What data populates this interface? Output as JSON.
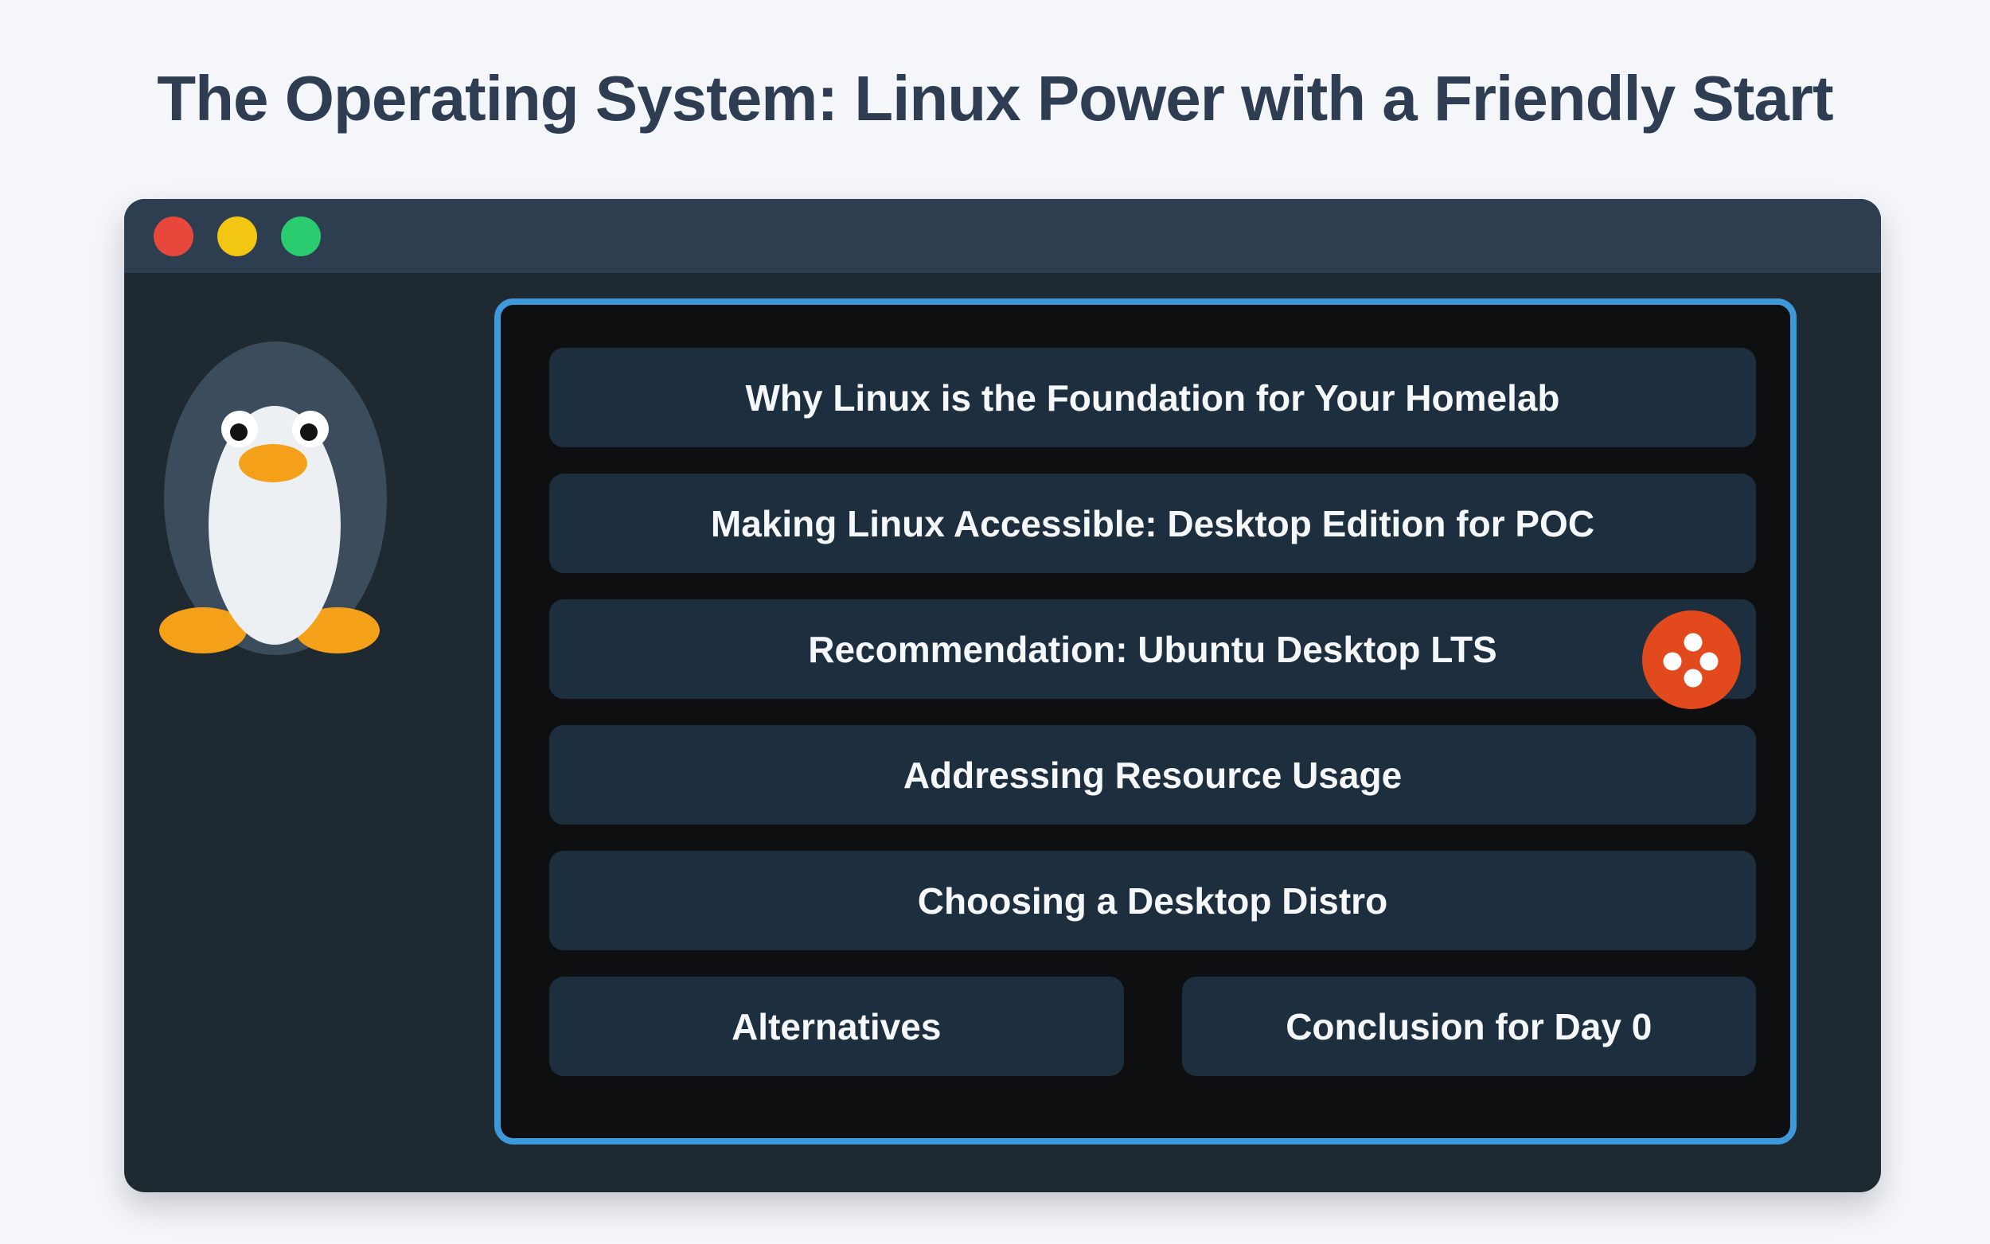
{
  "page": {
    "title": "The Operating System: Linux Power with a Friendly Start"
  },
  "window": {
    "traffic_lights": [
      {
        "name": "close",
        "color": "#e8473c"
      },
      {
        "name": "minimize",
        "color": "#f3c613"
      },
      {
        "name": "maximize",
        "color": "#2bcb70"
      }
    ],
    "mascot": {
      "icon": "tux-penguin",
      "body_color": "#3b4d5c",
      "belly_color": "#edf0f2",
      "beak_feet_color": "#f5a019"
    },
    "badge": {
      "icon": "ubuntu-circle-of-friends",
      "color": "#e2491c"
    }
  },
  "menu": {
    "items": [
      {
        "label": "Why Linux is the Foundation for Your Homelab"
      },
      {
        "label": "Making Linux Accessible: Desktop Edition for POC"
      },
      {
        "label": "Recommendation: Ubuntu Desktop LTS"
      },
      {
        "label": "Addressing Resource Usage"
      },
      {
        "label": "Choosing a Desktop Distro"
      },
      {
        "label": "Alternatives"
      },
      {
        "label": "Conclusion for Day 0"
      }
    ]
  },
  "colors": {
    "page_background": "#f4f6fa",
    "title_text": "#2e3d51",
    "titlebar": "#2d3e50",
    "window_body": "#1f2931",
    "panel_background": "#0e0f11",
    "panel_border": "#3d99d9",
    "button_background": "#1d2e3e",
    "button_text": "#f5f7f8"
  }
}
